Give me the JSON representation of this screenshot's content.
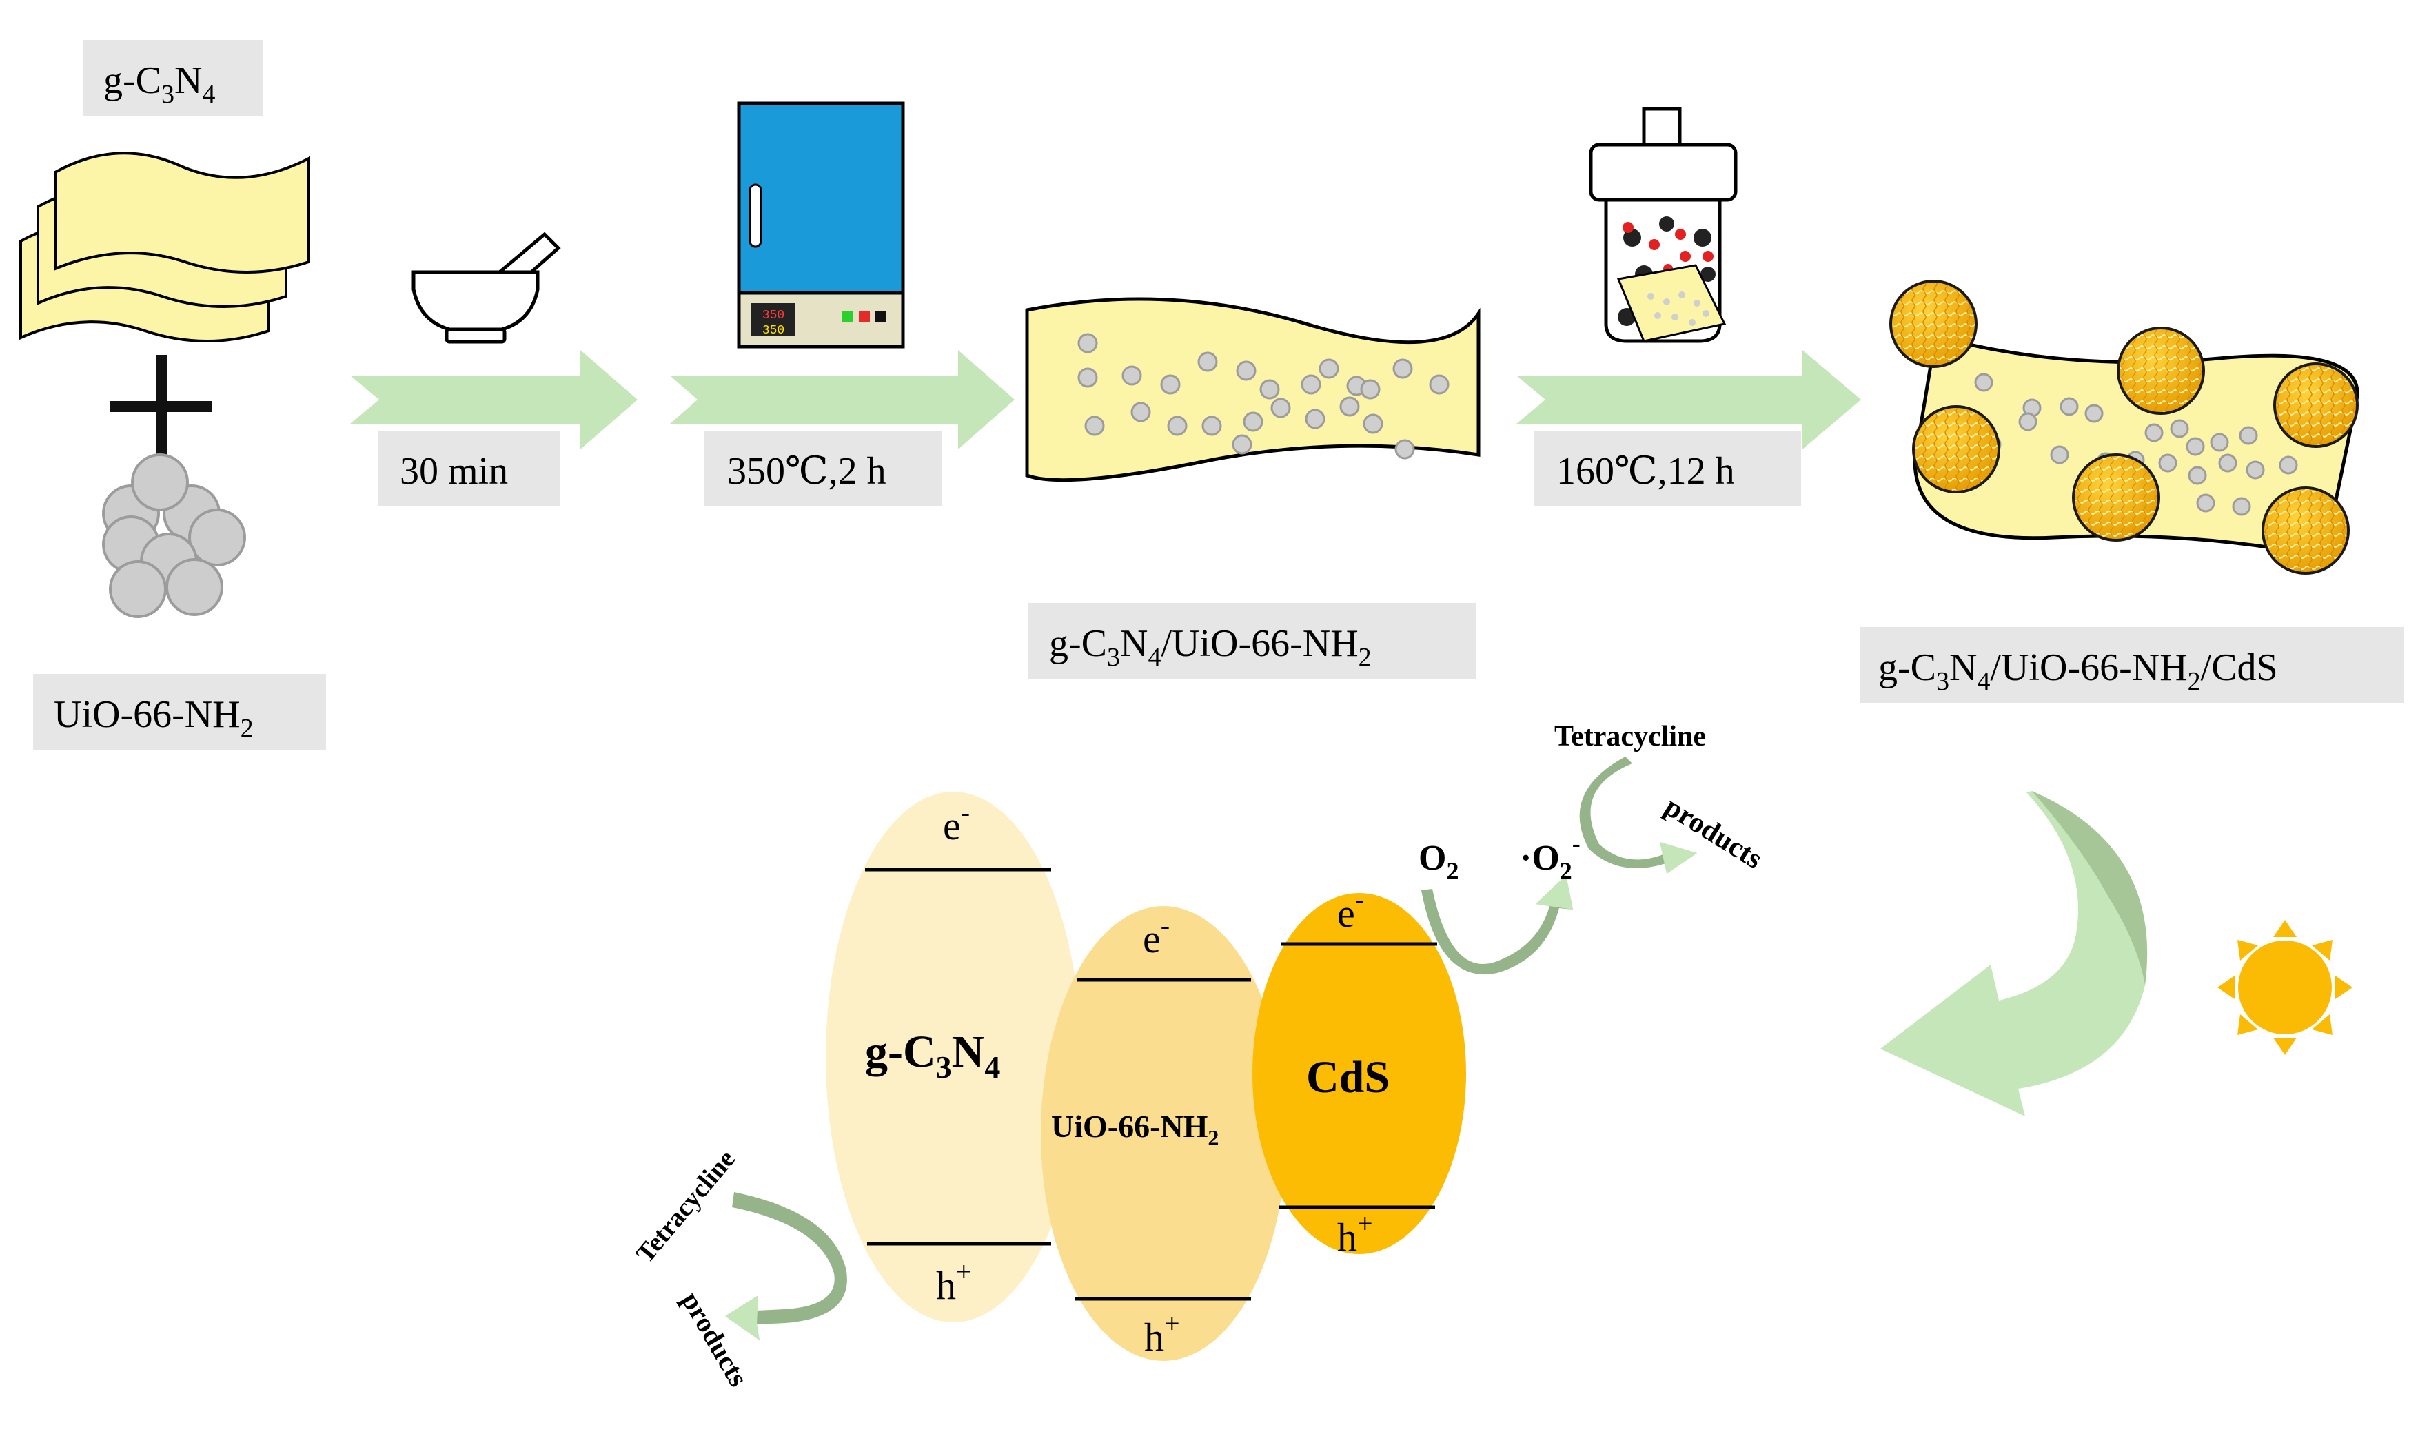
{
  "colors": {
    "label_bg": "#e6e6e6",
    "sheet_fill": "#fcf5a8",
    "arrow_green": "#c4e6b8",
    "gcn_ellipse": "#fdefc6",
    "uio_ellipse": "#fbdd8f",
    "cds_ellipse": "#fdbc04",
    "sun": "#fbbb04",
    "oven_blue": "#1a9ad8",
    "curve_green_dark": "#95b48a",
    "curve_green_light": "#c5e6b9"
  },
  "labels": {
    "gcn_top": {
      "base": "g-C",
      "s1": "3",
      "mid": "N",
      "s2": "4"
    },
    "uio_left": {
      "base": "UiO-66-NH",
      "s1": "2"
    },
    "step1": "30 min",
    "step2": "350℃,2 h",
    "step3": "160℃,12 h",
    "composite1": {
      "a": "g-C",
      "s1": "3",
      "b": "N",
      "s2": "4",
      "c": "/UiO-66-NH",
      "s3": "2"
    },
    "composite2": {
      "a": "g-C",
      "s1": "3",
      "b": "N",
      "s2": "4",
      "c": "/UiO-66-NH",
      "s3": "2",
      "d": "/CdS"
    }
  },
  "mechanism": {
    "gcn": {
      "a": "g-C",
      "s1": "3",
      "b": "N",
      "s2": "4"
    },
    "uio": {
      "a": "UiO-66-NH",
      "s1": "2"
    },
    "cds": "CdS",
    "electron": {
      "e": "e",
      "sup": "-"
    },
    "hole": {
      "h": "h",
      "sup": "+"
    },
    "o2": {
      "a": "O",
      "s": "2"
    },
    "superoxide": {
      "dot": "·O",
      "s": "2",
      "sup": "-"
    },
    "tetracycline": "Tetracycline",
    "products": "products"
  },
  "oven_display": {
    "top": "350",
    "bottom": "350"
  }
}
